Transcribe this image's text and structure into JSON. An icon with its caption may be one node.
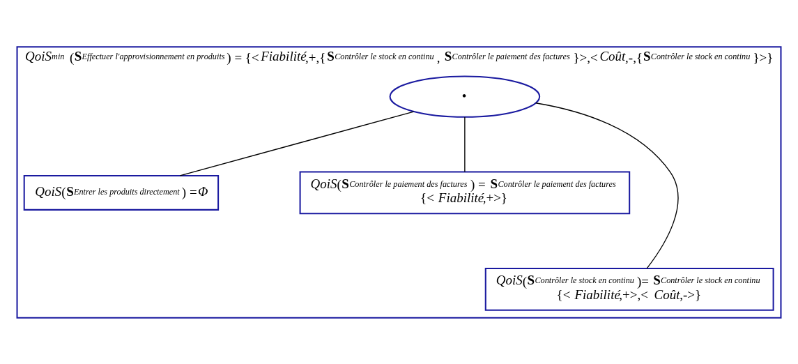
{
  "diagram": {
    "nodes": [
      {
        "text": [
          "*QoiS*$_{min}$(**S**$_{Effectuer l'approvisionnement en produits}$) = {<*Fiabilité*,+,{**S**$_{Contrôler le stock en continu}$, **S**$_{Contrôler le paiement des factures}$}>,<*Coût*,-,{**S**$_{Contrôler le stock en continu}$}>}"
        ]
      },
      {
        "text": [
          "•"
        ],
        "in": 0
      },
      {
        "text": [
          "*QoiS*(**S**$_{Entrer les produits directement}$) =*Φ*"
        ],
        "in": 0
      },
      {
        "text": [
          "*QoiS*(**S**$_{Contrôler le paiement des factures}$) = **S**$_{Contrôler le paiement des factures}$",
          "{< *Fiabilité*,+>}"
        ],
        "in": 0
      },
      {
        "text": [
          "*QoiS*(**S**$_{Contrôler le stock en continu}$)= **S**$_{Contrôler le stock en continu}$",
          "{< *Fiabilité*,+>,< *Coût*,->}"
        ],
        "in": 0
      }
    ],
    "edges": [
      {
        "from": 1,
        "to": 2,
        "arrow": "none"
      },
      {
        "from": 1,
        "to": 4,
        "arrow": "none"
      },
      {
        "from": 1,
        "to": 3,
        "arrow": "none"
      }
    ]
  }
}
